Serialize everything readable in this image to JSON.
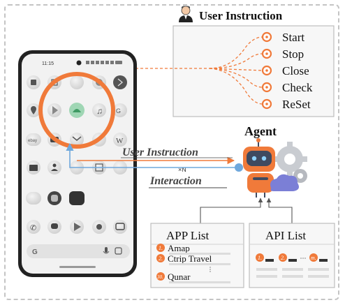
{
  "user_instruction": {
    "title": "User Instruction",
    "commands": [
      "Start",
      "Stop",
      "Close",
      "Check",
      "ReSet"
    ]
  },
  "agent": {
    "title": "Agent"
  },
  "phone": {
    "status_time": "11:15",
    "search_letter": "G"
  },
  "flow": {
    "instruction_label": "User Instruction",
    "interaction_label": "Interaction",
    "repeat_label": "×N"
  },
  "app_list": {
    "title": "APP List",
    "items": [
      {
        "index": "1.",
        "name": "Amap"
      },
      {
        "index": "2.",
        "name": "Ctrip Travel"
      },
      {
        "index": "30.",
        "name": "Qunar"
      }
    ]
  },
  "api_list": {
    "title": "API List",
    "items": [
      {
        "index": "1."
      },
      {
        "index": "2."
      },
      {
        "index": "m."
      }
    ]
  },
  "colors": {
    "accent": "#f07a3a",
    "arrow_blue": "#6fa8dc",
    "box_border": "#bdbdbd",
    "box_fill": "#fafafa",
    "phone_body": "#1f1f1f",
    "robot_body": "#f07a3a",
    "robot_face": "#3f4a60",
    "gear": "#c9ccd1",
    "cloud": "#7b7fd6"
  }
}
